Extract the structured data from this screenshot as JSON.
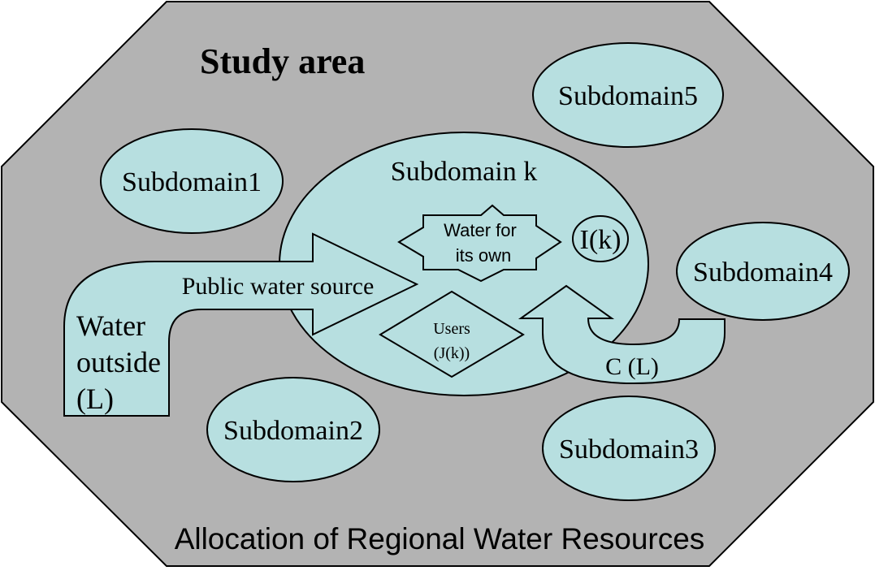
{
  "diagram": {
    "title": "Study area",
    "caption": "Allocation of Regional Water Resources",
    "subdomains": {
      "s1": "Subdomain1",
      "s2": "Subdomain2",
      "s3": "Subdomain3",
      "s4": "Subdomain4",
      "s5": "Subdomain5",
      "k": "Subdomain k"
    },
    "water_outside": [
      "Water",
      "outside",
      "(L)"
    ],
    "public_water_source": "Public water source",
    "water_for_own": [
      "Water for",
      "its own"
    ],
    "own_index": "I(k)",
    "users": [
      "Users",
      "(J(k))"
    ],
    "return_flow": "C (L)"
  },
  "colors": {
    "background_region": "#b3b3b3",
    "bubble_fill": "#b7dfe0",
    "outline": "#000000"
  }
}
